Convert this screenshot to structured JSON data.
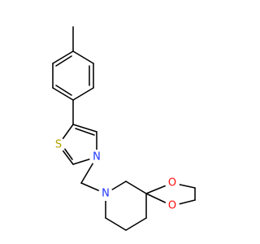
{
  "molecule": {
    "atoms": {
      "sulfur": {
        "symbol": "S",
        "color": "#b3a100"
      },
      "thiazole_nitrogen": {
        "symbol": "N",
        "color": "#1f35ff"
      },
      "piperidine_nitrogen": {
        "symbol": "N",
        "color": "#1f35ff"
      },
      "oxygen_upper": {
        "symbol": "O",
        "color": "#ff0d0d"
      },
      "oxygen_lower": {
        "symbol": "O",
        "color": "#ff0d0d"
      }
    },
    "bond_color": "#000000",
    "background": "#ffffff"
  }
}
